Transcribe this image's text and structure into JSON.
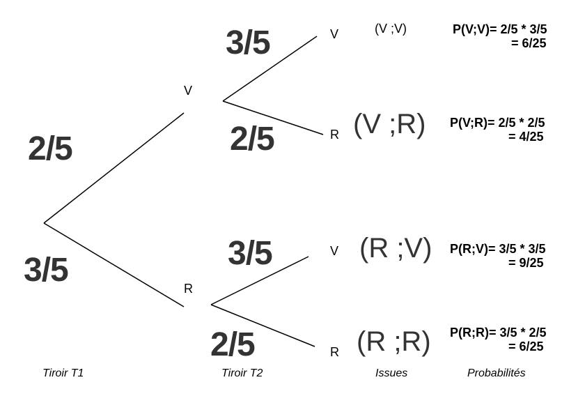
{
  "root_edges": {
    "upper": "2/5",
    "lower": "3/5"
  },
  "nodes": {
    "level1": {
      "upper": "V",
      "lower": "R"
    },
    "level2": [
      "V",
      "R",
      "V",
      "R"
    ]
  },
  "edges_level2": [
    "3/5",
    "2/5",
    "3/5",
    "2/5"
  ],
  "issues": [
    "(V ;V)",
    "(V ;R)",
    "(R ;V)",
    "(R ;R)"
  ],
  "probabilities": [
    {
      "line1": "P(V;V)= 2/5 * 3/5",
      "line2": "= 6/25"
    },
    {
      "line1": "P(V;R)= 2/5 * 2/5",
      "line2": "= 4/25"
    },
    {
      "line1": "P(R;V)= 3/5 * 3/5",
      "line2": "= 9/25"
    },
    {
      "line1": "P(R;R)= 3/5 * 2/5",
      "line2": "= 6/25"
    }
  ],
  "footer": {
    "t1": "Tiroir T1",
    "t2": "Tiroir T2",
    "issues": "Issues",
    "probabilities": "Probabilités"
  }
}
